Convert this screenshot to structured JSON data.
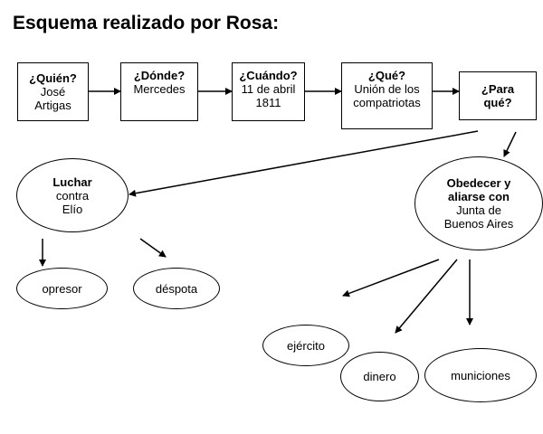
{
  "title": "Esquema realizado por Rosa:",
  "boxes": {
    "quien": {
      "q": "¿Quién?",
      "a1": "José",
      "a2": "Artigas"
    },
    "donde": {
      "q": "¿Dónde?",
      "a1": "Mercedes"
    },
    "cuando": {
      "q": "¿Cuándo?",
      "a1": "11 de abril",
      "a2": "1811"
    },
    "que": {
      "q": "¿Qué?",
      "a1": "Unión de los",
      "a2": "compatriotas"
    },
    "para": {
      "q1": "¿Para",
      "q2": "qué?"
    }
  },
  "ellipses": {
    "luchar": {
      "b": "Luchar",
      "l1": "contra",
      "l2": "Elío"
    },
    "obedecer": {
      "b1": "Obedecer y",
      "b2": "aliarse con",
      "l1": "Junta de",
      "l2": "Buenos Aires"
    },
    "opresor": "opresor",
    "despota": "déspota",
    "ejercito": "ejército",
    "dinero": "dinero",
    "municiones": "municiones"
  }
}
